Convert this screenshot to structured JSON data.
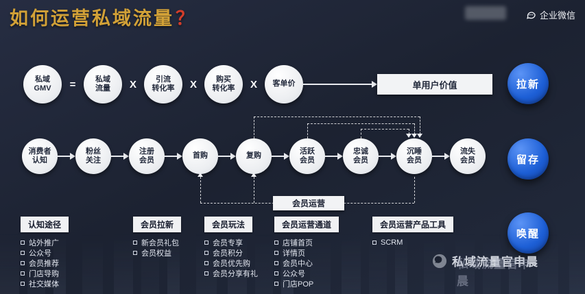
{
  "title": {
    "text": "如何运营私域流量",
    "question_mark": "？"
  },
  "header": {
    "brand": "企业微信"
  },
  "formula": {
    "gmv": "私域\nGMV",
    "equals": "=",
    "times": "X",
    "factors": [
      "私域\n流量",
      "引流\n转化率",
      "购买\n转化率",
      "客单价"
    ],
    "result_box": "单用户价值"
  },
  "flow": {
    "stages": [
      "消费者\n认知",
      "粉丝\n关注",
      "注册\n会员",
      "首购",
      "复购",
      "活跃\n会员",
      "忠诚\n会员",
      "沉睡\n会员",
      "流失\n会员"
    ],
    "operation_box": "会员运营"
  },
  "side_circles": [
    "拉新",
    "留存",
    "唤醒"
  ],
  "columns": [
    {
      "header": "认知途径",
      "items": [
        "站外推广",
        "公众号",
        "会员推荐",
        "门店导购",
        "社交媒体"
      ]
    },
    {
      "header": "会员拉新",
      "items": [
        "新会员礼包",
        "会员权益"
      ]
    },
    {
      "header": "会员玩法",
      "items": [
        "会员专享",
        "会员积分",
        "会员优先购",
        "会员分享有礼"
      ]
    },
    {
      "header": "会员运营通道",
      "items": [
        "店铺首页",
        "详情页",
        "会员中心",
        "公众号",
        "门店POP"
      ]
    },
    {
      "header": "会员运营产品工具",
      "items": [
        "SCRM"
      ]
    }
  ],
  "watermark": {
    "text": "私域流量官申晨"
  },
  "colors": {
    "accent_gold": "#d2a137",
    "accent_red": "#d43d2a",
    "circle_blue": "#1d5fd6",
    "background": "#1c2231"
  }
}
